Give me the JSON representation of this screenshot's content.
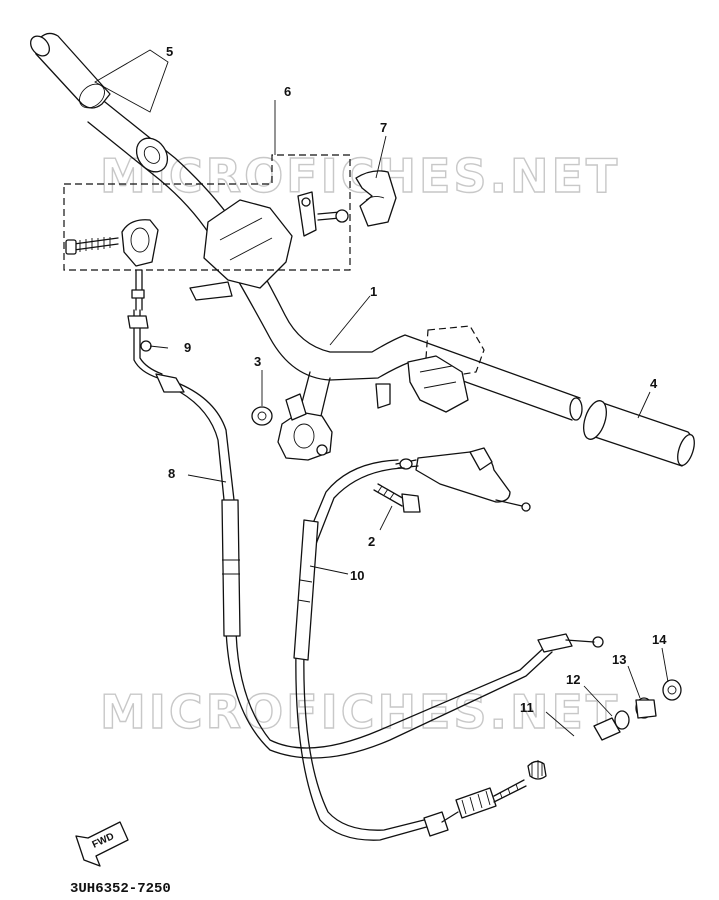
{
  "diagram": {
    "part_number": "3UH6352-7250",
    "fwd_label": "FWD",
    "watermark": "MICROFICHES.NET",
    "callouts": [
      {
        "id": "c1",
        "label": "1"
      },
      {
        "id": "c2",
        "label": "2"
      },
      {
        "id": "c3",
        "label": "3"
      },
      {
        "id": "c4",
        "label": "4"
      },
      {
        "id": "c5",
        "label": "5"
      },
      {
        "id": "c6",
        "label": "6"
      },
      {
        "id": "c7",
        "label": "7"
      },
      {
        "id": "c8",
        "label": "8"
      },
      {
        "id": "c9",
        "label": "9"
      },
      {
        "id": "c10",
        "label": "10"
      },
      {
        "id": "c11",
        "label": "11"
      },
      {
        "id": "c12",
        "label": "12"
      },
      {
        "id": "c13",
        "label": "13"
      },
      {
        "id": "c14",
        "label": "14"
      }
    ]
  }
}
